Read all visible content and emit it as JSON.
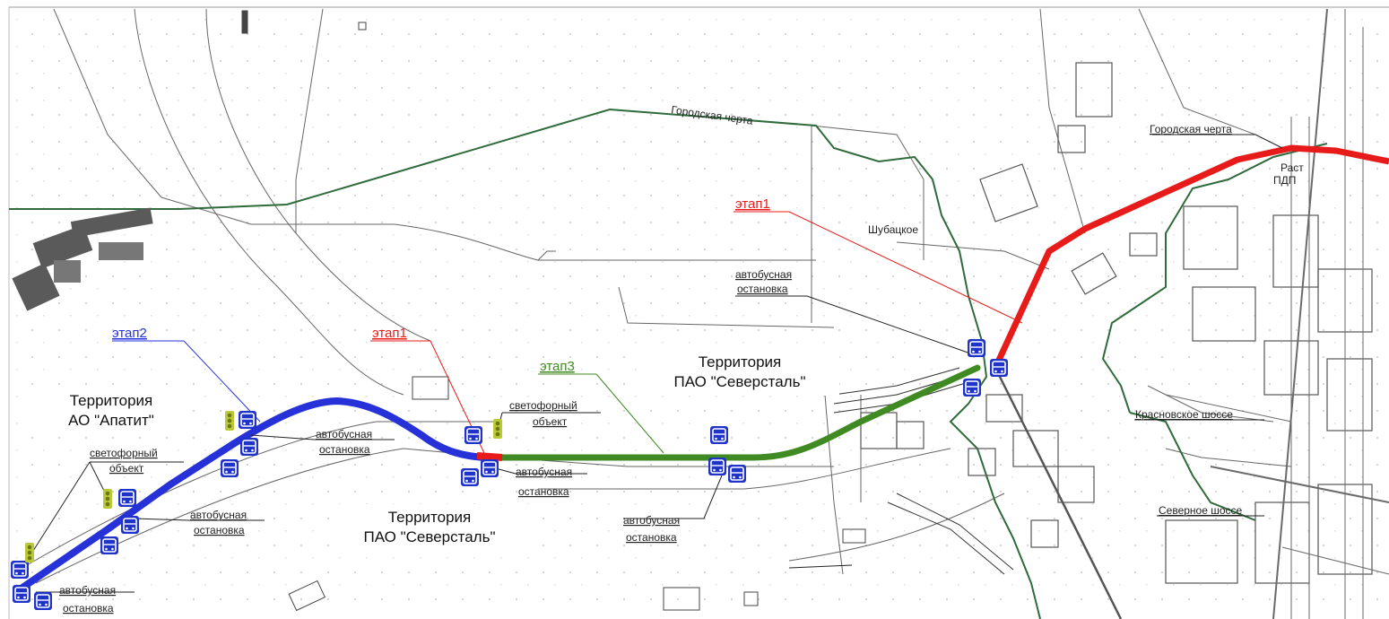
{
  "colors": {
    "stage1": "#e81b1b",
    "stage2": "#2632d8",
    "stage3": "#3f8a22",
    "city_line": "#2f6b3b",
    "road": "#555555",
    "bus_stop": "#1f33c9",
    "traffic_light": "#b9c938"
  },
  "labels": {
    "city_limit_center": "Городская черта",
    "city_limit_right": "Городская черта",
    "shubatskoe": "Шубацкое",
    "krasnoye_shosse": "Красновское шоссе",
    "severnoe_shosse": "Северное шоссе",
    "rast": "Раст",
    "pdpl": "ПДП"
  },
  "stages": {
    "stage1_top": "этап1",
    "stage1_mid": "этап1",
    "stage2": "этап2",
    "stage3": "этап3"
  },
  "territories": {
    "apatit": {
      "line1": "Территория",
      "line2": "АО \"Апатит\""
    },
    "severstal_center": {
      "line1": "Территория",
      "line2": "ПАО \"Северсталь\""
    },
    "severstal_right": {
      "line1": "Территория",
      "line2": "ПАО \"Северсталь\""
    }
  },
  "callouts": {
    "bus_stop_line1": "автобусная",
    "bus_stop_line2": "остановка",
    "traffic_light_line1": "светофорный",
    "traffic_light_line2": "объект"
  },
  "icons": {
    "bus_stop": "bus-stop-icon",
    "traffic_light": "traffic-light-icon"
  }
}
